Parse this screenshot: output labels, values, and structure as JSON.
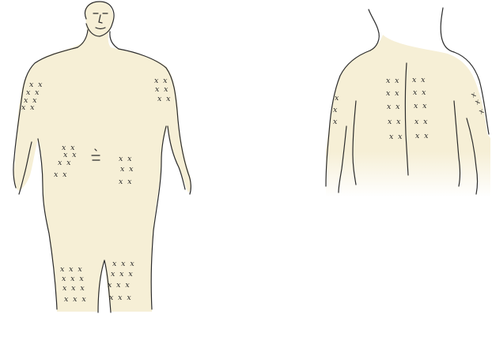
{
  "figure": {
    "views": [
      "front",
      "back"
    ],
    "skin_color": "#f6efd6",
    "outline_color": "#2b2b2b",
    "mark_glyph": "x"
  },
  "front_marks": {
    "left_arm": [
      "x x",
      "x x",
      "x x",
      "x x"
    ],
    "right_arm": [
      "x x",
      "x x",
      "x x"
    ],
    "abdomen_left": [
      "x x",
      "x x",
      "x x",
      "x x"
    ],
    "abdomen_right": [
      "x x",
      "x x",
      "x x"
    ],
    "thigh_left": [
      "x x x",
      "x x x",
      "x x x",
      "x x x"
    ],
    "thigh_right": [
      "x x x",
      "x x x",
      "x x x",
      "x x x"
    ]
  },
  "back_marks": {
    "left_arm": [
      "x",
      "x",
      "x"
    ],
    "right_arm": [
      "x",
      "x",
      "x"
    ],
    "back_left": [
      "x x",
      "x x",
      "x x",
      "x x",
      "x x"
    ],
    "back_right": [
      "x x",
      "x x",
      "x x",
      "x x",
      "x x"
    ]
  }
}
